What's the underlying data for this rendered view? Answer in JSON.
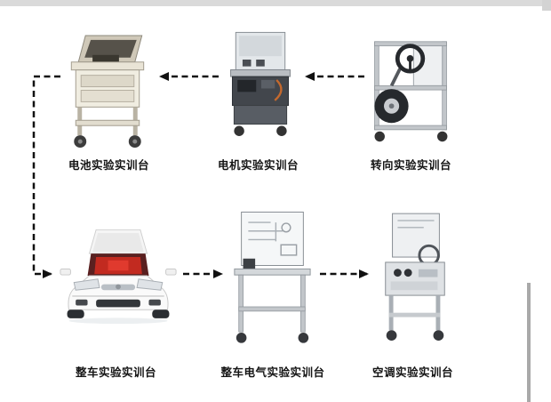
{
  "page": {
    "background": "#ffffff",
    "arrow_color": "#111111",
    "car_accent_color": "#c22a20"
  },
  "diagram": {
    "nodes": [
      {
        "id": "battery-bench",
        "label": "电池实验实训台"
      },
      {
        "id": "motor-bench",
        "label": "电机实验实训台"
      },
      {
        "id": "steering-bench",
        "label": "转向实验实训台"
      },
      {
        "id": "vehicle-bench",
        "label": "整车实验实训台"
      },
      {
        "id": "vehicle-electrical-bench",
        "label": "整车电气实验实训台"
      },
      {
        "id": "ac-bench",
        "label": "空调实验实训台"
      }
    ],
    "connections": [
      {
        "from": "steering-bench",
        "to": "motor-bench"
      },
      {
        "from": "motor-bench",
        "to": "battery-bench"
      },
      {
        "from": "battery-bench",
        "to": "vehicle-bench"
      },
      {
        "from": "vehicle-bench",
        "to": "vehicle-electrical-bench"
      },
      {
        "from": "vehicle-electrical-bench",
        "to": "ac-bench"
      }
    ]
  }
}
